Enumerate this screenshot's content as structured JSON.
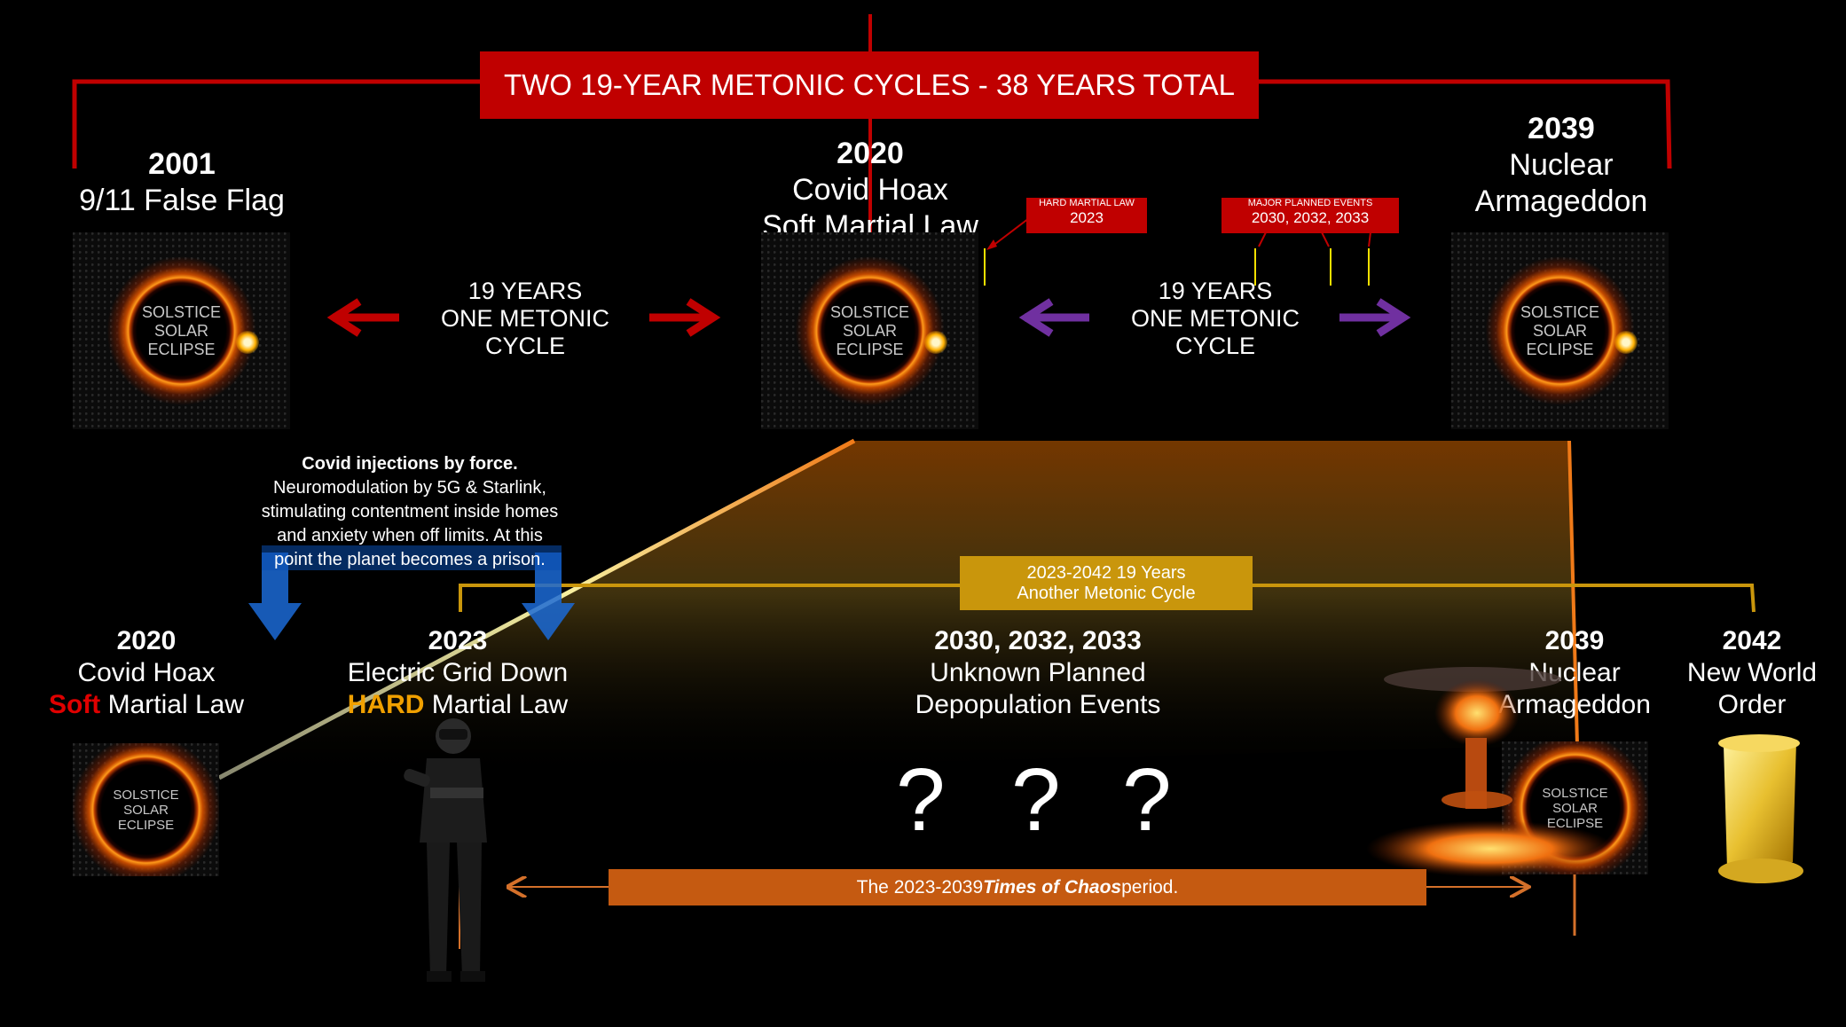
{
  "banner": {
    "title": "TWO 19-YEAR METONIC CYCLES - 38 YEARS TOTAL"
  },
  "top_events": [
    {
      "year": "2001",
      "line1": "9/11 False Flag",
      "line2": ""
    },
    {
      "year": "2020",
      "line1": "Covid Hoax",
      "line2": "Soft Martial Law"
    },
    {
      "year": "2039",
      "line1": "Nuclear",
      "line2": "Armageddon"
    }
  ],
  "eclipse_label": {
    "l1": "SOLSTICE",
    "l2": "SOLAR",
    "l3": "ECLIPSE"
  },
  "cycle_left": {
    "l1": "19 YEARS",
    "l2": "ONE METONIC",
    "l3": "CYCLE"
  },
  "cycle_right": {
    "l1": "19 YEARS",
    "l2": "ONE METONIC",
    "l3": "CYCLE"
  },
  "callout_hard": {
    "title": "HARD MARTIAL LAW",
    "value": "2023"
  },
  "callout_major": {
    "title": "MAJOR PLANNED EVENTS",
    "value": "2030, 2032, 2033"
  },
  "note": {
    "bold": "Covid injections by force.",
    "l1": "Neuromodulation by 5G & Starlink,",
    "l2": "stimulating contentment inside homes",
    "l3": "and anxiety when off limits. At this",
    "l4": "point the planet becomes a prison."
  },
  "gold_box": {
    "l1": "2023-2042 19 Years",
    "l2": "Another Metonic Cycle"
  },
  "bottom_events": {
    "e2020": {
      "year": "2020",
      "line1": "Covid Hoax",
      "soft": "Soft",
      "rest": " Martial Law"
    },
    "e2023": {
      "year": "2023",
      "line1": "Electric Grid Down",
      "hard": "HARD",
      "rest": " Martial Law"
    },
    "e2030": {
      "year": "2030, 2032, 2033",
      "line1": "Unknown Planned",
      "line2": "Depopulation Events"
    },
    "e2039": {
      "year": "2039",
      "line1": "Nuclear",
      "line2": "Armageddon"
    },
    "e2042": {
      "year": "2042",
      "line1": "New World",
      "line2": "Order"
    }
  },
  "question_marks": [
    "?",
    "?",
    "?"
  ],
  "chaos": {
    "pre": "The 2023-2039 ",
    "em": "Times of Chaos",
    "post": " period."
  },
  "colors": {
    "red": "#c00000",
    "purple": "#7030a0",
    "gold": "#c9960c",
    "orange": "#c55a11",
    "yellow": "#f6c200"
  }
}
